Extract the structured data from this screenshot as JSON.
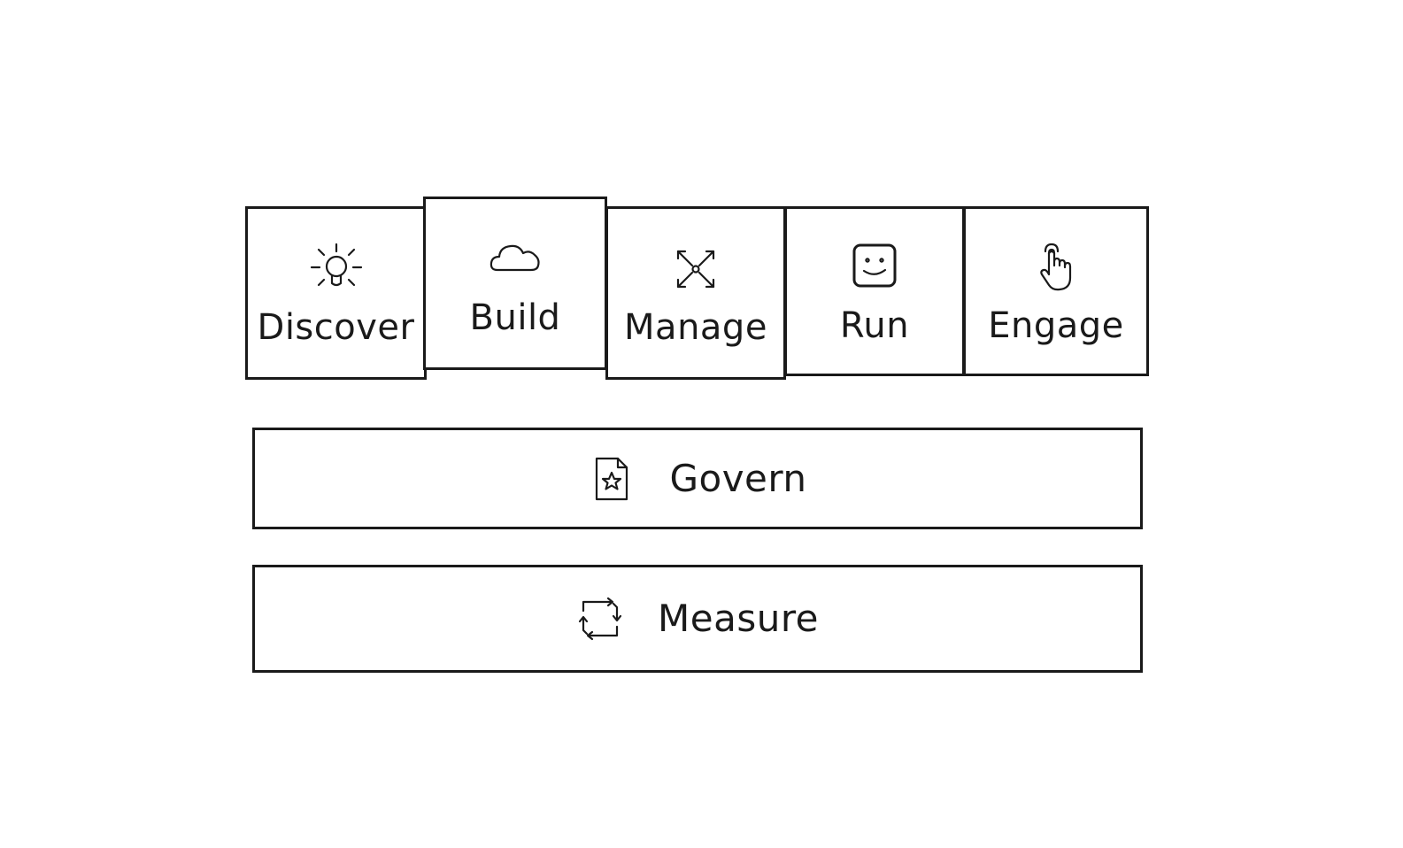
{
  "diagram": {
    "pillars": [
      {
        "label": "Discover",
        "icon": "lightbulb-icon"
      },
      {
        "label": "Build",
        "icon": "cloud-icon"
      },
      {
        "label": "Manage",
        "icon": "expand-arrows-icon"
      },
      {
        "label": "Run",
        "icon": "smiley-face-icon"
      },
      {
        "label": "Engage",
        "icon": "pointing-hand-icon"
      }
    ],
    "foundations": [
      {
        "label": "Govern",
        "icon": "document-star-icon"
      },
      {
        "label": "Measure",
        "icon": "cycle-arrows-icon"
      }
    ]
  }
}
